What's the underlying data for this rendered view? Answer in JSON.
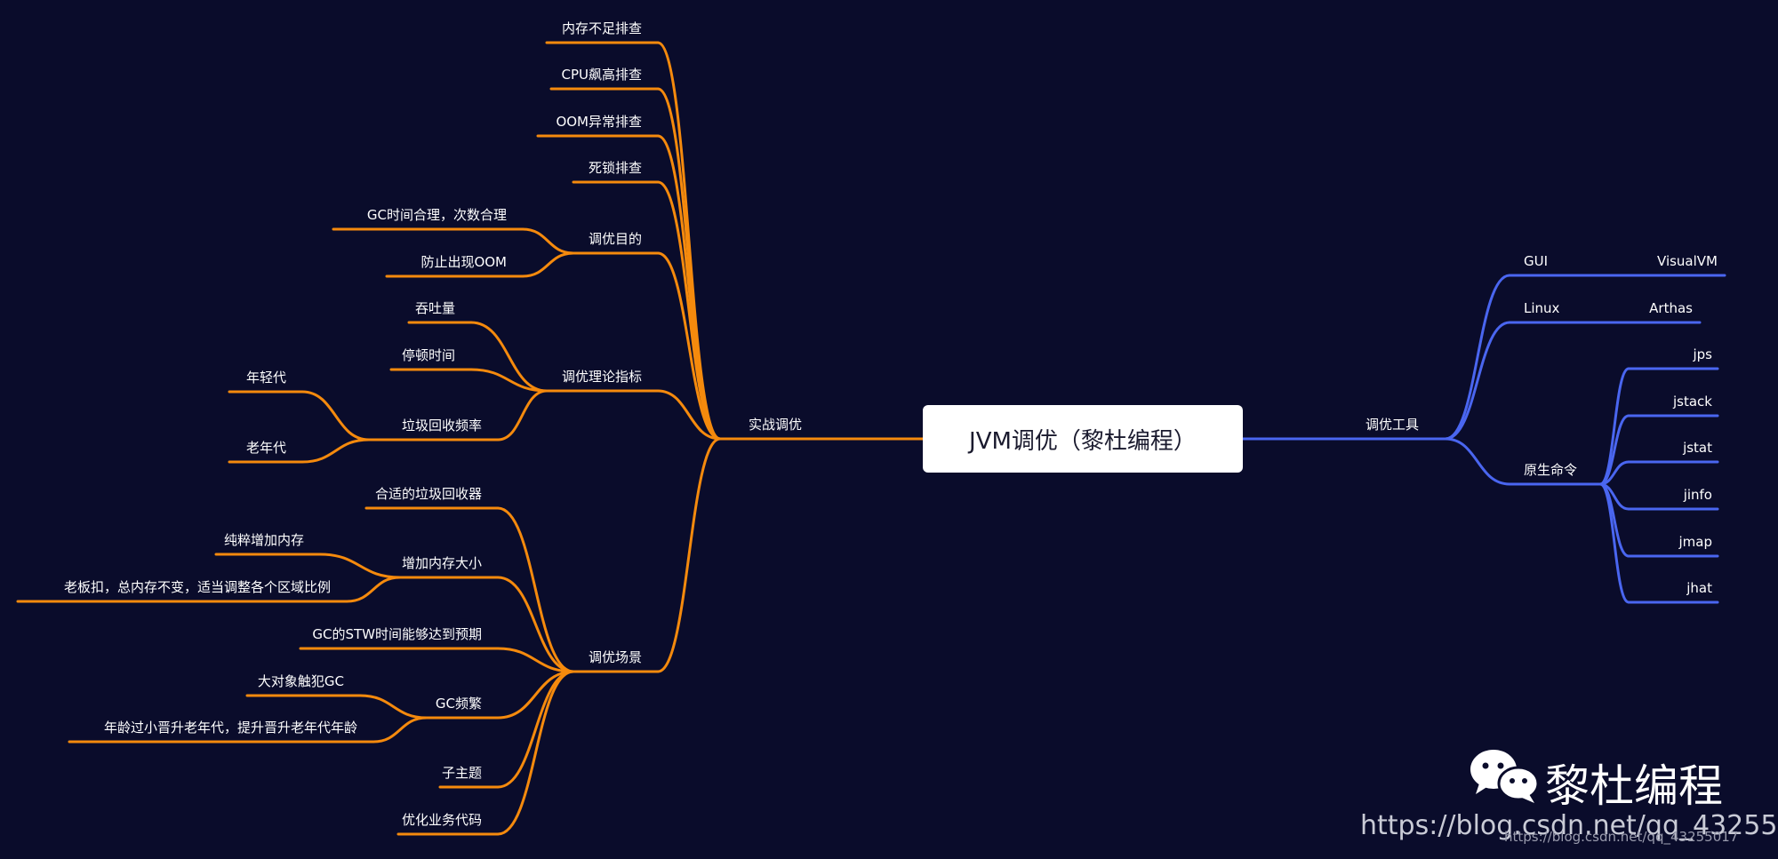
{
  "root": {
    "label": "JVM调优（黎杜编程）"
  },
  "colors": {
    "background": "#0a0c2b",
    "left_branch": "#f58a0d",
    "right_branch": "#4a66f0",
    "root_box": "#ffffff"
  },
  "left": {
    "label": "实战调优",
    "children": [
      {
        "label": "内存不足排查"
      },
      {
        "label": "CPU飙高排查"
      },
      {
        "label": "OOM异常排查"
      },
      {
        "label": "死锁排查"
      },
      {
        "label": "调优目的",
        "children": [
          {
            "label": "GC时间合理，次数合理"
          },
          {
            "label": "防止出现OOM"
          }
        ]
      },
      {
        "label": "调优理论指标",
        "children": [
          {
            "label": "吞吐量"
          },
          {
            "label": "停顿时间"
          },
          {
            "label": "垃圾回收频率",
            "children": [
              {
                "label": "年轻代"
              },
              {
                "label": "老年代"
              }
            ]
          }
        ]
      },
      {
        "label": "调优场景",
        "children": [
          {
            "label": "合适的垃圾回收器"
          },
          {
            "label": "增加内存大小",
            "children": [
              {
                "label": "纯粹增加内存"
              },
              {
                "label": "老板扣，总内存不变，适当调整各个区域比例"
              }
            ]
          },
          {
            "label": "GC的STW时间能够达到预期"
          },
          {
            "label": "GC频繁",
            "children": [
              {
                "label": "大对象触犯GC"
              },
              {
                "label": "年龄过小晋升老年代，提升晋升老年代年龄"
              }
            ]
          },
          {
            "label": "子主题"
          },
          {
            "label": "优化业务代码"
          }
        ]
      }
    ]
  },
  "right": {
    "label": "调优工具",
    "children": [
      {
        "label": "GUI",
        "children": [
          {
            "label": "VisualVM"
          }
        ]
      },
      {
        "label": "Linux",
        "children": [
          {
            "label": "Arthas"
          }
        ]
      },
      {
        "label": "原生命令",
        "children": [
          {
            "label": "jps"
          },
          {
            "label": "jstack"
          },
          {
            "label": "jstat"
          },
          {
            "label": "jinfo"
          },
          {
            "label": "jmap"
          },
          {
            "label": "jhat"
          }
        ]
      }
    ]
  },
  "watermark": {
    "brand": "黎杜编程",
    "icon": "wechat-icon",
    "url_large": "https://blog.csdn.net/qq_43255017",
    "url_small": "https://blog.csdn.net/qq_43255017"
  }
}
